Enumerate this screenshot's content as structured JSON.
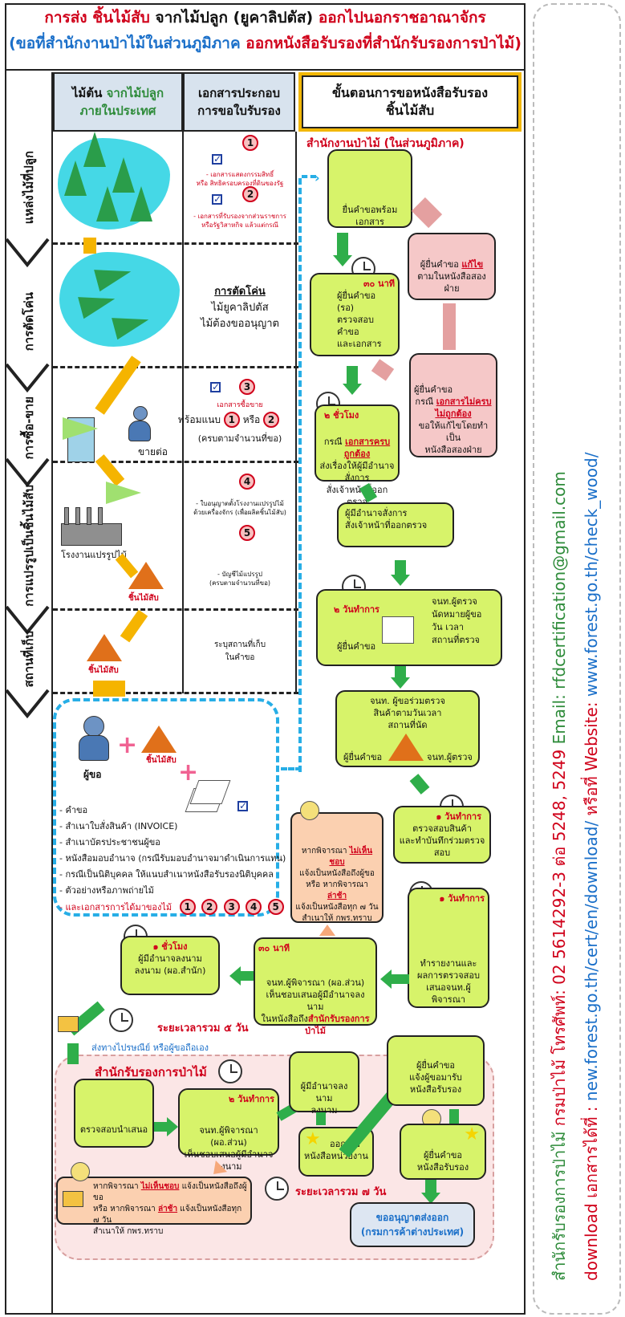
{
  "title": {
    "line1_red_a": "การส่ง",
    "line1_red_b": "ชิ้นไม้สับ",
    "line1_black": "จากไม้ปลูก (ยูคาลิปตัส)",
    "line1_red_c": "ออกไปนอกราชอาณาจักร",
    "line2_blue": "(ขอที่สำนักงานป่าไม้ในส่วนภูมิภาค",
    "line2_red": "ออกหนังสือรับรองที่สำนักรับรองการป่าไม้)"
  },
  "columns": {
    "c1_line1_a": "ไม้ต้น",
    "c1_line1_b": "จากไม้ปลูก",
    "c1_line2": "ภายในประเทศ",
    "c2_line1": "เอกสารประกอบ",
    "c2_line2": "การขอใบรับรอง",
    "c3_line1": "ขั้นตอนการขอหนังสือรับรอง",
    "c3_line2": "ชิ้นไม้สับ"
  },
  "stages": [
    "แหล่งไม้ที่ปลูก",
    "การตัดโค่น",
    "การซื้อ-ขาย",
    "การแปรรูปเป็นชิ้นไม้สับ",
    "สถานที่เก็บ"
  ],
  "docs": {
    "d1_a": "- เอกสารแสดงกรรมสิทธิ์",
    "d1_b": "หรือ สิทธิครอบครองที่ดินของรัฐ",
    "d2_a": "- เอกสารที่รับรองจากส่วนราชการ",
    "d2_b": "หรือรัฐวิสาหกิจ แล้วแต่กรณี",
    "cut_title": "การตัดโค่น",
    "cut_a": "ไม้ยูคาลิปตัส",
    "cut_b": "ไม้ต้องขออนุญาต",
    "buy_caption": "เอกสารซื้อขาย",
    "buy_with": "พร้อมแนบ",
    "buy_or": "หรือ",
    "buy_note": "(ครบตามจำนวนที่ขอ)",
    "d4_a": "- ใบอนุญาตตั้งโรงงานแปรรูปไม้",
    "d4_b": "ด้วยเครื่องจักร (เพื่อผลิตชิ้นไม้สับ)",
    "d5_a": "- บัญชีไม้แปรรูป",
    "d5_b": "(ครบตามจำนวนที่ขอ)",
    "store_a": "ระบุสถานที่เก็บ",
    "store_b": "ในคำขอ"
  },
  "col1": {
    "seller": "ขายต่อ",
    "factory": "โรงงานแปรรูปไม้",
    "chips1": "ชิ้นไม้สับ",
    "chips2": "ชิ้นไม้สับ",
    "chips3": "ชิ้นไม้สับ",
    "applicant": "ผู้ขอ"
  },
  "numbers": [
    "1",
    "2",
    "3",
    "4",
    "5"
  ],
  "checklist": [
    "- คำขอ",
    "- สำเนาใบสั่งสินค้า (INVOICE)",
    "- สำเนาบัตรประชาชนผู้ขอ",
    "- หนังสือมอบอำนาจ (กรณีรับมอบอำนาจมาดำเนินการแทน)",
    "- กรณีเป็นนิติบุคคล ให้แนบสำเนาหนังสือรับรองนิติบุคคล",
    "- ตัวอย่างหรือภาพถ่ายไม้"
  ],
  "checklist_last": "- และเอกสารการได้มาของไม้",
  "flow": {
    "office": "สำนักงานป่าไม้ (ในส่วนภูมิภาค)",
    "submit": "ยื่นคำขอพร้อมเอกสาร",
    "fix_a": "ผู้ยื่นคำขอ",
    "fix_b": "แก้ไข",
    "fix_c": "ตามในหนังสือสองฝ่าย",
    "t30": "๓๐ นาที",
    "check_a": "ผู้ยื่นคำขอ",
    "check_b": "(รอ)",
    "check_c": "ตรวจสอบคำขอ",
    "check_d": "และเอกสาร",
    "bad_a": "ผู้ยื่นคำขอ",
    "bad_b": "กรณี",
    "bad_c": "เอกสารไม่ครบ",
    "bad_d": "ไม่ถูกต้อง",
    "bad_e": "ขอให้แก้ไขโดยทำเป็น",
    "bad_f": "หนังสือสองฝ่าย",
    "t2h": "๒ ชั่วโมง",
    "ok_a": "กรณี",
    "ok_b": "เอกสารครบถูกต้อง",
    "ok_c": "ส่งเรื่องให้ผู้มีอำนาจสั่งการ",
    "ok_d": "สั่งเจ้าหน้าที่ออกตรวจ",
    "order_a": "ผู้มีอำนาจสั่งการ",
    "order_b": "สั่งเจ้าหน้าที่ออกตรวจ",
    "t2d": "๒ วันทำการ",
    "appt_a": "จนท.ผู้ตรวจ",
    "appt_b": "นัดหมายผู้ขอ",
    "appt_c": "วัน เวลา",
    "appt_d": "สถานที่ตรวจ",
    "appt_e": "ผู้ยื่นคำขอ",
    "joint_a": "จนท. ผู้ขอร่วมตรวจ",
    "joint_b": "สินค้าตามวันเวลา",
    "joint_c": "สถานที่นัด",
    "joint_d": "ผู้ยื่นคำขอ",
    "joint_e": "จนท.ผู้ตรวจ",
    "t1d": "๑ วันทำการ",
    "insp_a": "ตรวจสอบสินค้า",
    "insp_b": "และทำบันทึกร่วมตรวจสอบ",
    "t1d2": "๑ วันทำการ",
    "rep_a": "ทำรายงานและ",
    "rep_b": "ผลการตรวจสอบ",
    "rep_c": "เสนอจนท.ผู้พิจารณา",
    "rej_a": "หากพิจารณา",
    "rej_b": "ไม่เห็นชอบ",
    "rej_c": "แจ้งเป็นหนังสือถึงผู้ขอ",
    "rej_d": "หรือ",
    "rej_e": "หากพิจารณา",
    "rej_f": "ล่าช้า",
    "rej_g": "แจ้งเป็นหนังสือทุก ๗ วัน",
    "rej_h": "สำเนาให้ กพร.ทราบ",
    "t30b": "๓๐ นาที",
    "cons_a": "จนท.ผู้พิจารณา (ผอ.ส่วน)",
    "cons_b": "เห็นชอบเสนอผู้มีอำนาจลงนาม",
    "cons_c": "ในหนังสือถึง",
    "cons_d": "สำนักรับรองการป่าไม้",
    "t1h": "๑ ชั่วโมง",
    "sign_a": "ผู้มีอำนาจลงนาม",
    "sign_b": "ลงนาม (ผอ.สำนัก)",
    "total5": "ระยะเวลารวม ๕ วัน",
    "mail": "ส่งทางไปรษณีย์ หรือผู้ขอถือเอง",
    "certoffice": "สำนักรับรองการป่าไม้",
    "verify": "ตรวจสอบนำเสนอ",
    "t2d2": "๒ วันทำการ",
    "cons2_a": "จนท.ผู้พิจารณา (ผอ.ส่วน)",
    "cons2_b": "เห็นชอบเสนอผู้มีอำนาจลงนาม",
    "sign2_a": "ผู้มีอำนาจลงนาม",
    "sign2_b": "ลงนาม",
    "issue_a": "ออกเลข",
    "issue_b": "หนังสือหน่วยงาน",
    "notify_a": "ผู้ยื่นคำขอ",
    "notify_b": "แจ้งผู้ขอมารับ",
    "notify_c": "หนังสือรับรอง",
    "recv_a": "ผู้ยื่นคำขอ",
    "recv_b": "หนังสือรับรอง",
    "rej2_a": "หากพิจารณา",
    "rej2_b": "ไม่เห็นชอบ",
    "rej2_c": "แจ้งเป็นหนังสือถึงผู้ขอ",
    "rej2_d": "หรือ",
    "rej2_e": "หากพิจารณา",
    "rej2_f": "ล่าช้า",
    "rej2_g": "แจ้งเป็นหนังสือทุก ๗ วัน",
    "rej2_h": "สำเนาให้ กพร.ทราบ",
    "total7": "ระยะเวลารวม ๗ วัน",
    "export_a": "ขออนุญาตส่งออก",
    "export_b": "(กรมการค้าต่างประเทศ)"
  },
  "side": {
    "line1_a": "สำนักรับรองการป่าไม้",
    "line1_b": "กรมป่าไม้",
    "line1_c": "โทรศัพท์: 02 5614292-3 ต่อ 5248, 5249",
    "line1_d": "Email:",
    "line1_e": "rfdcertification@gmail.com",
    "line2_a": "download เอกสารได้ที่ :",
    "line2_b": "new.forest.go.th/cert/en/download/",
    "line2_c": "หรือที่",
    "line2_d": "Website:",
    "line2_e": "www.forest.go.th/check_wood/"
  }
}
